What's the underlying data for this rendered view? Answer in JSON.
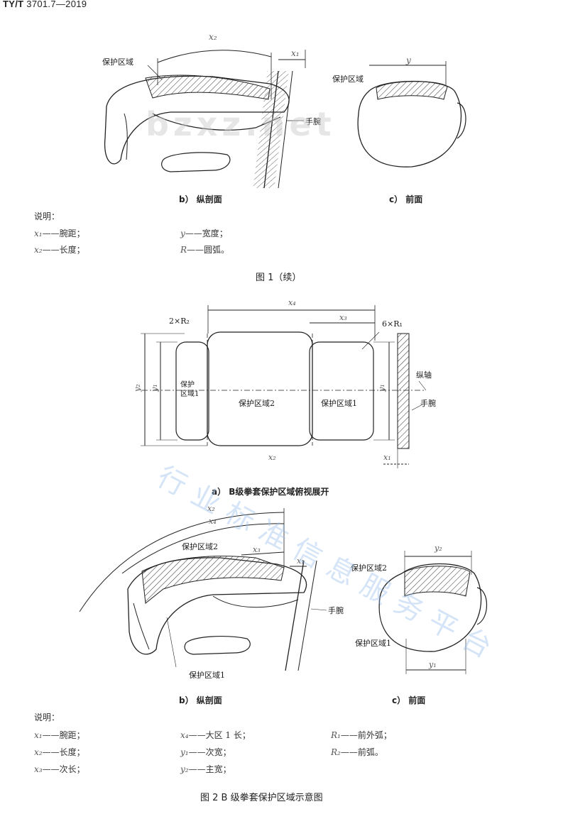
{
  "header": {
    "standard_code": "TY/T",
    "standard_number": "3701.7—2019"
  },
  "fig1_continued": {
    "panel_b": {
      "caption": "b）  纵剖面",
      "protect_label": "保护区域",
      "wrist_label": "手腕",
      "x1": "x₁",
      "x2": "x₂"
    },
    "panel_c": {
      "caption": "c）  前面",
      "protect_label": "保护区域",
      "y": "y"
    },
    "legend_title": "说明：",
    "legend": [
      {
        "sym": "x₁",
        "text": "——腕距；"
      },
      {
        "sym": "y",
        "text": "——宽度；"
      },
      {
        "sym": "x₂",
        "text": "——长度；"
      },
      {
        "sym": "R",
        "text": "——圆弧。"
      }
    ],
    "title": "图 1（续）"
  },
  "fig2": {
    "panel_a": {
      "caption": "a）  B级拳套保护区域俯视展开",
      "label_2xr2": "2×R₂",
      "label_6xr1": "6×R₁",
      "label_x2": "x₂",
      "label_x3": "x₃",
      "label_x4": "x₄",
      "label_x1": "x₁",
      "label_y1": "y₁",
      "label_y2": "y₂",
      "label_y1b": "y₁",
      "zone1_left": "保护\n区域1",
      "zone2": "保护区域2",
      "zone1_right": "保护区域1",
      "axis_label": "纵轴",
      "wrist_label": "手腕"
    },
    "panel_b": {
      "caption": "b）  纵剖面",
      "zone2": "保护区域2",
      "zone1": "保护区域1",
      "wrist_label": "手腕",
      "x1": "x₁",
      "x2": "x₂",
      "x3": "x₃",
      "x4": "x₄"
    },
    "panel_c": {
      "caption": "c）  前面",
      "zone2": "保护区域2",
      "zone1": "保护区域1",
      "y1": "y₁",
      "y2": "y₂"
    },
    "legend_title": "说明：",
    "legend": [
      {
        "sym": "x₁",
        "text": "——腕距；"
      },
      {
        "sym": "x₄",
        "text": "——大区 1 长；"
      },
      {
        "sym": "R₁",
        "text": "——前外弧；"
      },
      {
        "sym": "x₂",
        "text": "——长度；"
      },
      {
        "sym": "y₁",
        "text": "——次宽；"
      },
      {
        "sym": "R₂",
        "text": "——前弧。"
      },
      {
        "sym": "x₃",
        "text": "——次长；"
      },
      {
        "sym": "y₂",
        "text": "——主宽；"
      }
    ],
    "title": "图 2    B 级拳套保护区域示意图"
  },
  "watermarks": {
    "site": "bzxz.net",
    "platform": "行业标准信息服务平台"
  }
}
